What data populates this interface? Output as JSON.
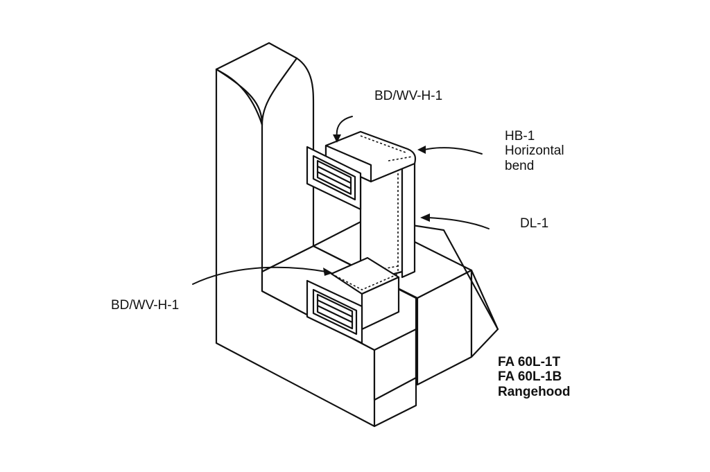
{
  "labels": {
    "top_connector": "BD/WV-H-1",
    "bend": [
      "HB-1",
      "Horizontal",
      "bend"
    ],
    "duct_length": "DL-1",
    "bottom_connector": "BD/WV-H-1",
    "product": [
      "FA 60L-1T",
      "FA 60L-1B",
      "Rangehood"
    ]
  },
  "colors": {
    "ink": "#111111",
    "paper": "#ffffff"
  }
}
